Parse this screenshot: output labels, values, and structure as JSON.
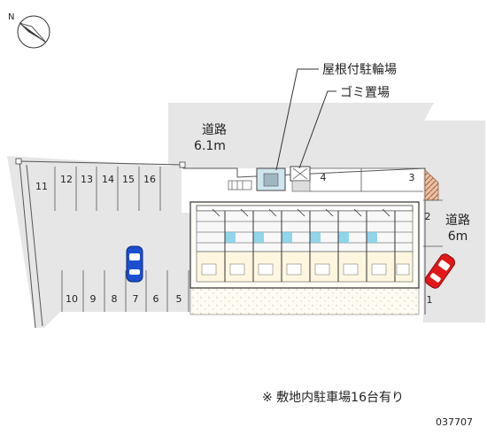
{
  "labels": {
    "roofed_bike_parking": "屋根付駐輪場",
    "garbage_area": "ゴミ置場",
    "road_north_name": "道路",
    "road_north_width": "6.1m",
    "road_east_name": "道路",
    "road_east_width": "6m",
    "footnote": "※ 敷地内駐車場16台有り",
    "map_code": "037707",
    "compass_north": "N"
  },
  "parking_spaces_top": [
    "11",
    "12",
    "13",
    "14",
    "15",
    "16"
  ],
  "parking_spaces_bottom": [
    "10",
    "9",
    "8",
    "7",
    "6",
    "5"
  ],
  "parking_spaces_right": [
    "4",
    "3",
    "2",
    "1"
  ],
  "colors": {
    "paved_area": "#e6e6e6",
    "building_floor": "#fff6e0",
    "stair_cyan": "#7fd0e8",
    "car_blue": "#1b4fd0",
    "car_red": "#e01818",
    "hedge": "#d9a07a"
  }
}
